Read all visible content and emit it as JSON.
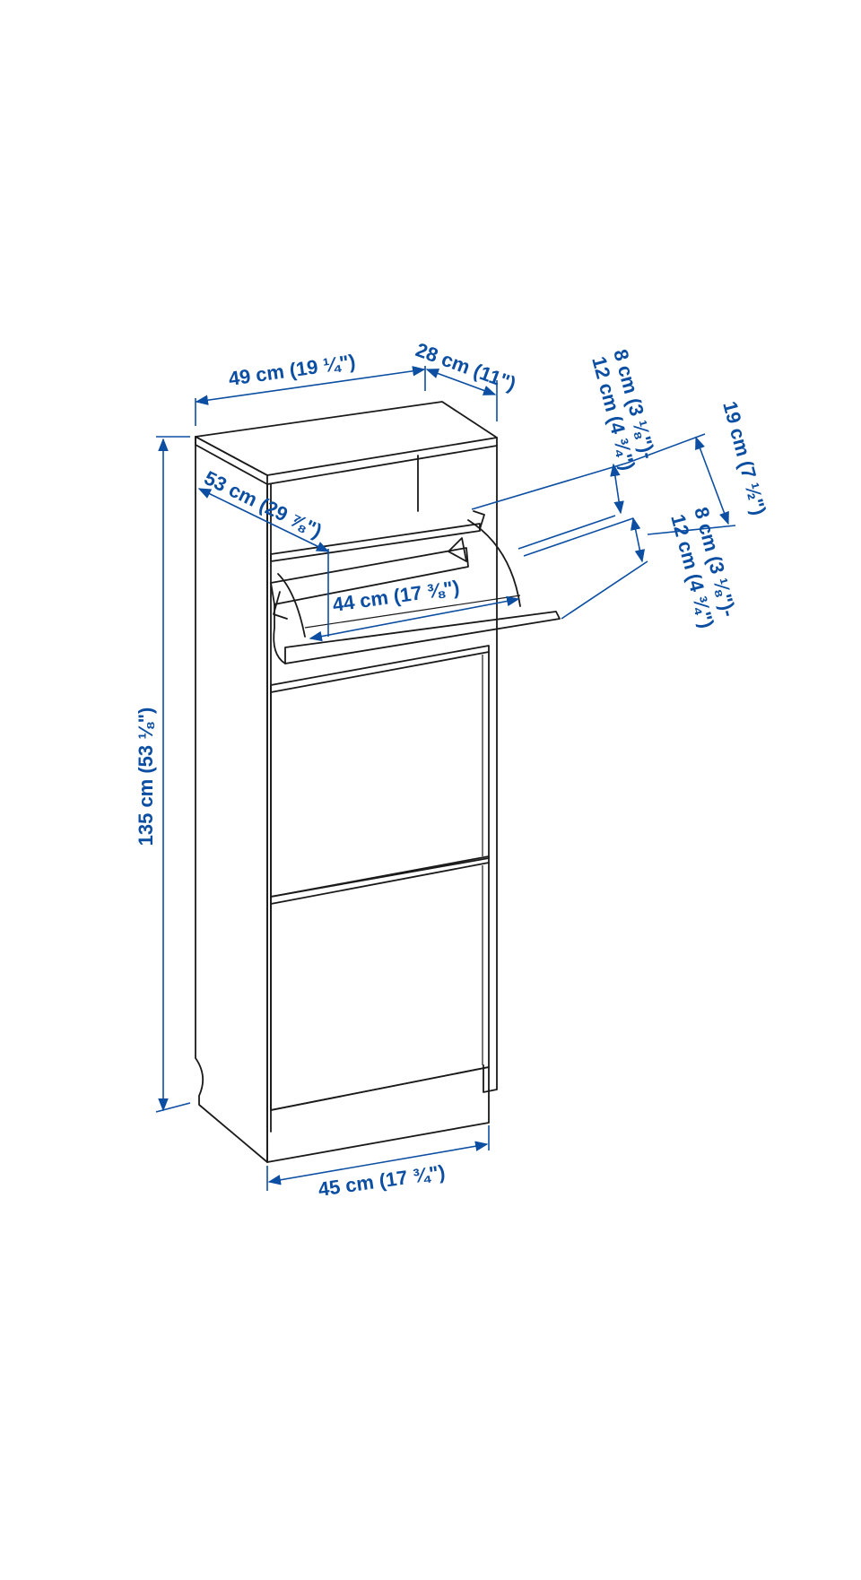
{
  "dimensions": {
    "width_top": "49 cm (19 ¼\")",
    "depth_top": "28 cm (11\")",
    "height": "135 cm (53 ⅛\")",
    "flap_depth": "53 cm (29 ⅞\")",
    "inner_width": "44 cm (17 ⅜\")",
    "width_bottom": "45 cm (17 ¾\")",
    "shelf_gap_top_line1": "8 cm (3 ⅛\")-",
    "shelf_gap_top_line2": "12 cm (4 ¾\")",
    "shelf_gap_bottom_line1": "8 cm (3 ⅛\")-",
    "shelf_gap_bottom_line2": "12 cm (4 ¾\")",
    "compartment_height": "19 cm (7 ½\")"
  },
  "colors": {
    "dimension": "#0b4ea2",
    "outline": "#1a1a1a",
    "background": "#ffffff"
  }
}
